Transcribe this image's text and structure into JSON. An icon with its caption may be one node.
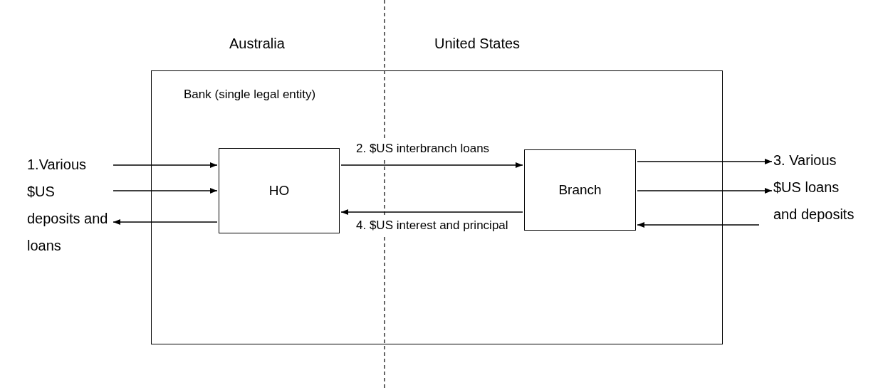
{
  "diagram": {
    "nodes": [
      {
        "text": [
          "Bank (single legal entity)"
        ]
      },
      {
        "text": [
          "HO"
        ],
        "in": 0
      },
      {
        "text": [
          "Branch"
        ],
        "in": 0
      },
      {
        "text": [
          "1.Various $US deposits and loans"
        ]
      },
      {
        "text": [
          "3. Various $US loans and deposits"
        ]
      }
    ],
    "edges": [
      {
        "from": 3,
        "to": 1,
        "arrow": "to"
      },
      {
        "from": 3,
        "to": 1,
        "arrow": "to"
      },
      {
        "from": 1,
        "to": 3,
        "arrow": "to"
      },
      {
        "from": 1,
        "to": 2,
        "arrow": "to",
        "label": "2. $US interbranch loans"
      },
      {
        "from": 2,
        "to": 1,
        "arrow": "to",
        "label": "4. $US interest and principal"
      },
      {
        "from": 2,
        "to": 4,
        "arrow": "to"
      },
      {
        "from": 2,
        "to": 4,
        "arrow": "to"
      },
      {
        "from": 4,
        "to": 2,
        "arrow": "to"
      }
    ],
    "labels": [
      "Australia",
      "United States"
    ]
  }
}
